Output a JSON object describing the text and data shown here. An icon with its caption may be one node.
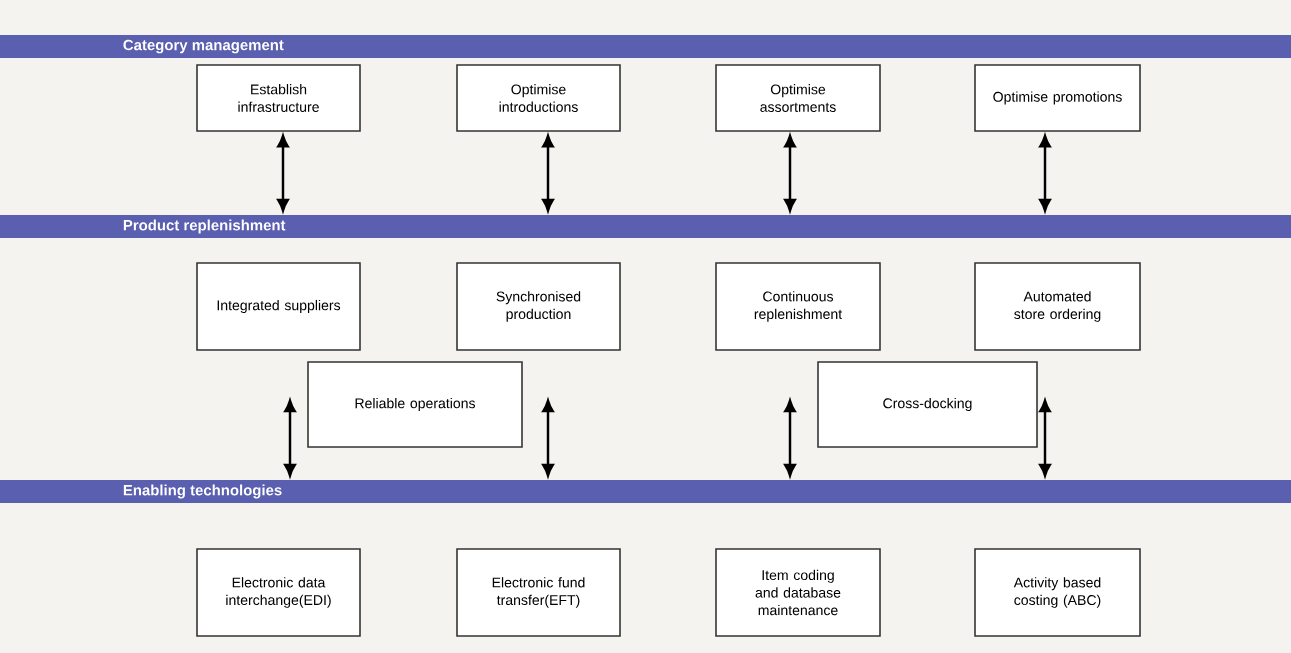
{
  "diagram": {
    "nodes": [
      {
        "text": [
          "Category management"
        ]
      },
      {
        "text": [
          "Establish infrastructure"
        ]
      },
      {
        "text": [
          "Optimise introductions"
        ]
      },
      {
        "text": [
          "Optimise assortments"
        ]
      },
      {
        "text": [
          "Optimise promotions"
        ]
      },
      {
        "text": [
          "Product replenishment"
        ]
      },
      {
        "text": [
          "Integrated suppliers"
        ]
      },
      {
        "text": [
          "Synchronised production"
        ]
      },
      {
        "text": [
          "Continuous replenishment"
        ]
      },
      {
        "text": [
          "Automated store ordering"
        ]
      },
      {
        "text": [
          "Reliable operations"
        ]
      },
      {
        "text": [
          "Cross-docking"
        ]
      },
      {
        "text": [
          "Enabling technologies"
        ]
      },
      {
        "text": [
          "Electronic data interchange(EDI)"
        ]
      },
      {
        "text": [
          "Electronic fund transfer(EFT)"
        ]
      },
      {
        "text": [
          "Item coding and database maintenance"
        ]
      },
      {
        "text": [
          "Activity based costing (ABC)"
        ]
      }
    ],
    "edges": [
      {
        "from": 1,
        "to": 5,
        "arrow": "both"
      },
      {
        "from": 2,
        "to": 5,
        "arrow": "both"
      },
      {
        "from": 3,
        "to": 5,
        "arrow": "both"
      },
      {
        "from": 4,
        "to": 5,
        "arrow": "both"
      },
      {
        "from": 10,
        "to": 12,
        "arrow": "both"
      },
      {
        "from": 10,
        "to": 12,
        "arrow": "both"
      },
      {
        "from": 11,
        "to": 12,
        "arrow": "both"
      },
      {
        "from": 11,
        "to": 12,
        "arrow": "both"
      }
    ]
  }
}
